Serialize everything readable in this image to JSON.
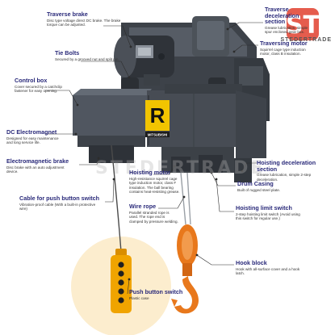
{
  "callouts": {
    "traverse_brake": {
      "title": "Traverse brake",
      "desc": "Disc type voltage direct DC brake. The brake torque can be adjusted."
    },
    "tie_bolts": {
      "title": "Tie Bolts",
      "desc": "Secured by a grooved nut and split pin."
    },
    "control_box": {
      "title": "Control box",
      "desc": "Cover secured by a catchclip fastener for easy opening."
    },
    "dc_electromagnet": {
      "title": "DC Electromagnet",
      "desc": "Designed for easy maintenance and long service life."
    },
    "electromagnetic_brake": {
      "title": "Electromagnetic brake",
      "desc": "Disc brake with an auto adjustment device."
    },
    "cable_push_button": {
      "title": "Cable for push button switch",
      "desc": "Vibration-proof cable (With a built-in protective wire)"
    },
    "push_button_switch": {
      "title": "Push button switch",
      "desc": "Plastic case"
    },
    "traverse_deceleration": {
      "title": "Traverse deceleration section",
      "desc": "Grease lubrication, simple spur enclosed gear box."
    },
    "traversing_motor": {
      "title": "Traversing motor",
      "desc": "Squirrel cage type induction motor, class B insulation."
    },
    "hoisting_motor": {
      "title": "Hoisting motor",
      "desc": "High-resistance squirrel cage type induction motor, class F insulation. The ball bearing contains heat-resisting grease."
    },
    "wire_rope": {
      "title": "Wire rope",
      "desc": "Parallel stranded rope is used. The rope end is clamped by pressure welding."
    },
    "hoisting_deceleration": {
      "title": "Hoisting deceleration section",
      "desc": "Grease lubrication, simple 2-step deceleration."
    },
    "drum_casing": {
      "title": "Drum Casing",
      "desc": "Built of rugged steel plate."
    },
    "hoisting_limit_switch": {
      "title": "Hoisting limit switch",
      "desc": "2-step hoisting limit switch (Avoid using this switch for regular use.)"
    },
    "hook_block": {
      "title": "Hook block",
      "desc": "Hook with all-surface cover and a hook latch."
    }
  },
  "hoist_badge": {
    "letter": "R",
    "brand": "MITSUBISHI"
  },
  "watermark": "STEDERTRADE",
  "logo": {
    "text": "STEDERTRADE"
  },
  "colors": {
    "body": "#4a4f57",
    "badge": "#f2c400",
    "hook": "#e8781c",
    "pendant": "#f0a400",
    "title": "#2a2a7a"
  }
}
